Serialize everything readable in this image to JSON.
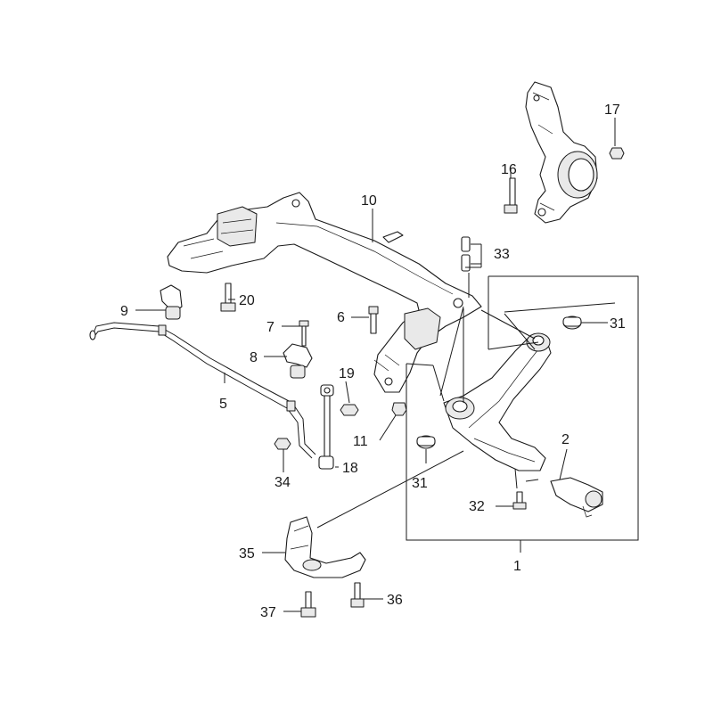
{
  "diagram": {
    "callouts": {
      "c1": "1",
      "c2": "2",
      "c5": "5",
      "c6": "6",
      "c7": "7",
      "c8": "8",
      "c9": "9",
      "c10": "10",
      "c11": "11",
      "c16": "16",
      "c17": "17",
      "c18": "18",
      "c19": "19",
      "c20": "20",
      "c31a": "31",
      "c31b": "31",
      "c32": "32",
      "c33": "33",
      "c34": "34",
      "c35": "35",
      "c36": "36",
      "c37": "37"
    }
  }
}
